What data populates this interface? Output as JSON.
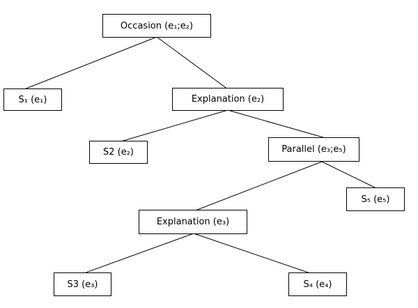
{
  "nodes": {
    "occasion": {
      "label": "Occasion (e₁;e₂)"
    },
    "s1": {
      "label": "S₁ (e₁)"
    },
    "explanation_top": {
      "label": "Explanation (e₂)"
    },
    "s2": {
      "label": "S2 (e₂)"
    },
    "parallel": {
      "label": "Parallel (e₃;e₅)"
    },
    "s5": {
      "label": "S₅ (e₅)"
    },
    "explanation_bottom": {
      "label": "Explanation (e₃)"
    },
    "s3": {
      "label": "S3 (e₃)"
    },
    "s4": {
      "label": "S₄ (e₄)"
    }
  },
  "edges": [
    [
      "occasion",
      "s1"
    ],
    [
      "occasion",
      "explanation_top"
    ],
    [
      "explanation_top",
      "s2"
    ],
    [
      "explanation_top",
      "parallel"
    ],
    [
      "parallel",
      "explanation_bottom"
    ],
    [
      "parallel",
      "s5"
    ],
    [
      "explanation_bottom",
      "s3"
    ],
    [
      "explanation_bottom",
      "s4"
    ]
  ],
  "colors": {
    "stroke": "#000000",
    "background": "#ffffff"
  }
}
